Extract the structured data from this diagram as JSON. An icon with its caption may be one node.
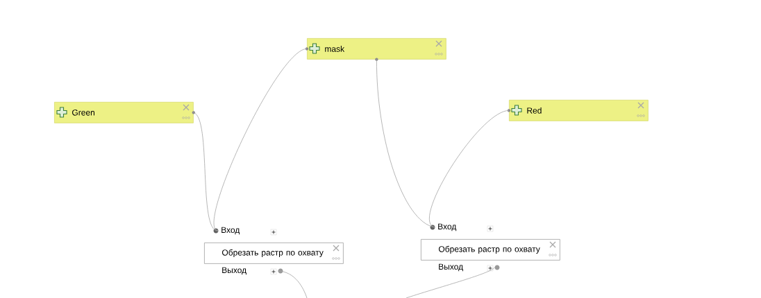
{
  "diagram": {
    "nodes": [
      {
        "text": [
          "mask"
        ]
      },
      {
        "text": [
          "Green"
        ]
      },
      {
        "text": [
          "Red"
        ]
      },
      {
        "text": [
          "Вход"
        ]
      },
      {
        "text": [
          "Обрезать растр по охвату"
        ]
      },
      {
        "text": [
          "Выход"
        ]
      },
      {
        "text": [
          "Вход"
        ]
      },
      {
        "text": [
          "Обрезать растр по охвату"
        ]
      },
      {
        "text": [
          "Выход"
        ]
      }
    ],
    "edges": [
      {
        "from": 1,
        "to": 3,
        "arrow": "none"
      },
      {
        "from": 0,
        "to": 3,
        "arrow": "none"
      },
      {
        "from": 0,
        "to": 6,
        "arrow": "none"
      },
      {
        "from": 2,
        "to": 6,
        "arrow": "none"
      },
      {
        "from": 5,
        "to": null,
        "arrow": "none"
      },
      {
        "from": 8,
        "to": null,
        "arrow": "none"
      }
    ]
  }
}
